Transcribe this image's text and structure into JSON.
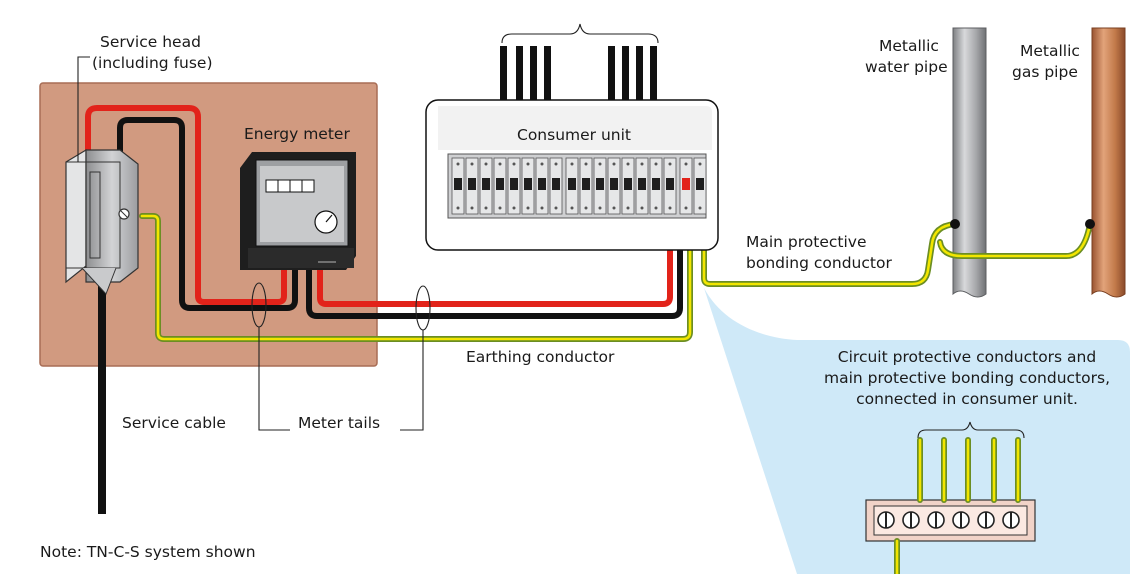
{
  "labels": {
    "service_head_line1": "Service head",
    "service_head_line2": "(including fuse)",
    "energy_meter": "Energy meter",
    "consumer_unit": "Consumer unit",
    "water_pipe_line1": "Metallic",
    "water_pipe_line2": "water pipe",
    "gas_pipe_line1": "Metallic",
    "gas_pipe_line2": "gas pipe",
    "bonding_line1": "Main protective",
    "bonding_line2": "bonding conductor",
    "earthing_conductor": "Earthing conductor",
    "service_cable": "Service cable",
    "meter_tails": "Meter tails",
    "note": "Note: TN-C-S system shown",
    "callout_line1": "Circuit protective conductors and",
    "callout_line2": "main protective bonding conductors,",
    "callout_line3": "connected in consumer unit."
  },
  "colors": {
    "board": "#d19a80",
    "callout": "#cfe9f8",
    "live": "#e2231a",
    "neutral": "#111111",
    "earth_green": "#6b8e23",
    "earth_yellow": "#f2e600",
    "water_pipe": "#a9aaad",
    "gas_pipe": "#c27a4a"
  },
  "icons": {
    "service_head": "service-head-icon",
    "energy_meter": "energy-meter-icon",
    "consumer_unit": "consumer-unit-icon",
    "earth_terminal_block": "terminal-block-icon"
  }
}
